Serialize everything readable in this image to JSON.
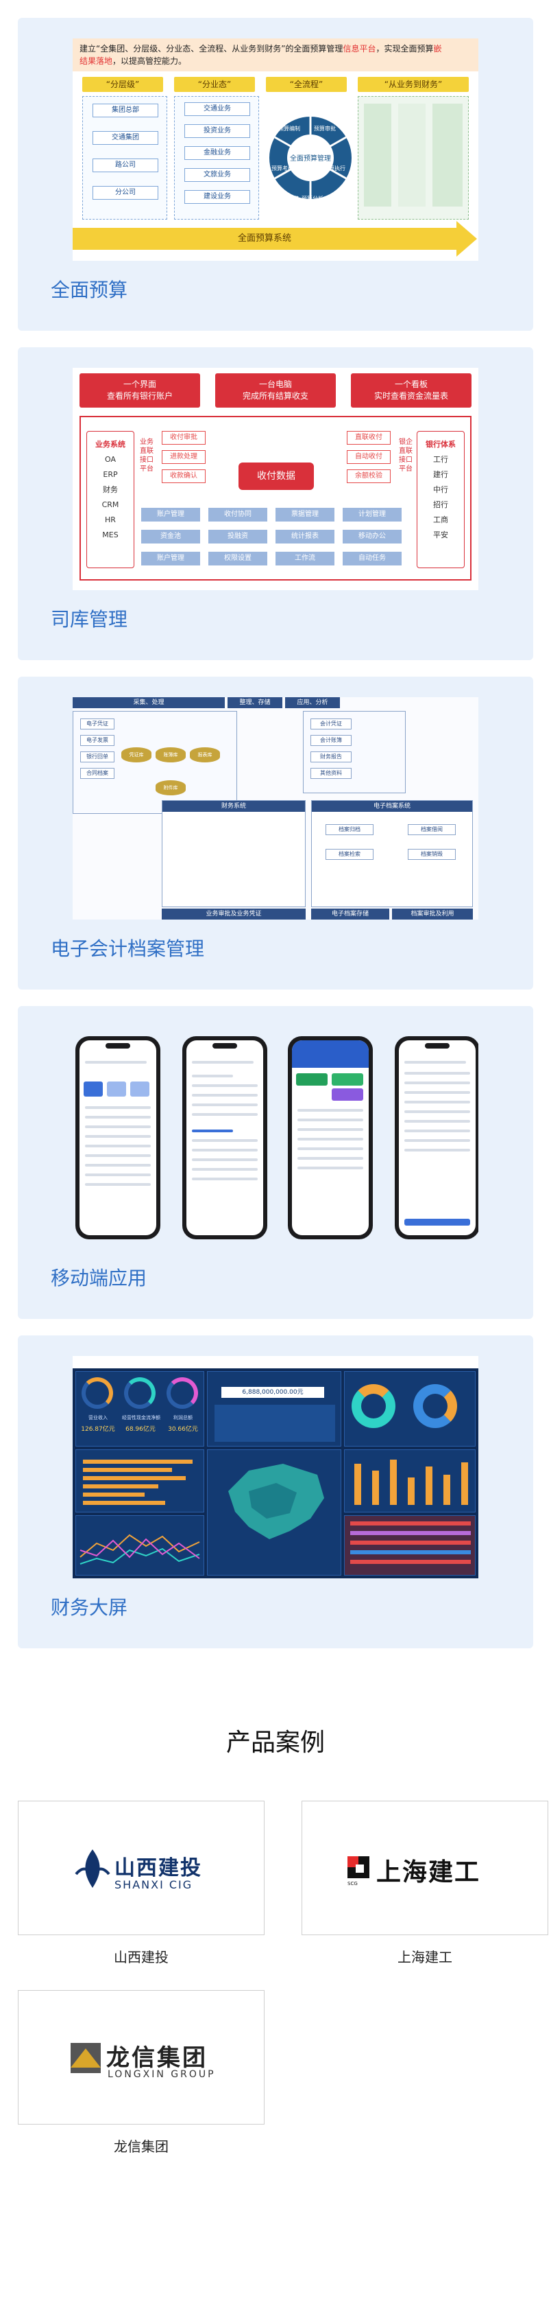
{
  "features": [
    {
      "label": "全面预算"
    },
    {
      "label": "司库管理"
    },
    {
      "label": "电子会计档案管理"
    },
    {
      "label": "移动端应用"
    },
    {
      "label": "财务大屏"
    }
  ],
  "budget": {
    "title_prefix": "建立“全集团、分层级、分业态、全流程、从业务到财务”的全面预算管理",
    "title_hl1": "信息平台",
    "title_mid": "，实现全面预算",
    "title_hl2": "嵌",
    "title_line2_hl": "结果落地",
    "title_line2": "，以提高管控能力。",
    "heads": [
      "“分层级”",
      "“分业态”",
      "“全流程”",
      "“从业务到财务”"
    ],
    "tier_boxes": [
      "集团总部",
      "交通集团",
      "路公司",
      "分公司"
    ],
    "biz_boxes": [
      "交通业务",
      "投资业务",
      "金融业务",
      "文旅业务",
      "建设业务"
    ],
    "flow_labels": [
      "预算编制",
      "预算审批",
      "预算执行",
      "预算分析",
      "预算考核",
      "预算调整"
    ],
    "flow_center": "全面预算管理",
    "bar": "全面预算系统"
  },
  "treasury": {
    "tops": [
      "一个界面\n查看所有银行账户",
      "一台电脑\n完成所有结算收支",
      "一个看板\n实时查看资金流量表"
    ],
    "left": {
      "head": "业务系统",
      "items": [
        "OA",
        "ERP",
        "财务",
        "CRM",
        "HR",
        "MES"
      ]
    },
    "right": {
      "head": "银行体系",
      "items": [
        "工行",
        "建行",
        "中行",
        "招行",
        "工商",
        "平安"
      ]
    },
    "leftmid": {
      "head": "业务直联接口平台",
      "items": []
    },
    "rightmid": {
      "head": "银企直联接口平台",
      "items": []
    },
    "flows_left": [
      "收付审批",
      "进款处理",
      "收款确认"
    ],
    "flows_right": [
      "直联收付",
      "自动收付",
      "余额校验"
    ],
    "core": "收付数据",
    "cells": [
      "账户管理",
      "收付协同",
      "票据管理",
      "计划管理",
      "资金池",
      "投融资",
      "统计报表",
      "移动办公",
      "账户管理",
      "权限设置",
      "工作流",
      "自动任务"
    ]
  },
  "archive": {
    "heads": [
      "采集、处理",
      "整理、存储",
      "应用、分析"
    ],
    "sys": [
      "财务系统",
      "电子档案系统"
    ],
    "boxes": [
      "电子凭证",
      "电子发票",
      "银行回单",
      "合同档案",
      "会计凭证",
      "会计账簿",
      "财务报告",
      "其他资料",
      "档案归档",
      "档案借阅",
      "档案检索",
      "档案销毁"
    ],
    "db": [
      "凭证库",
      "账簿库",
      "报表库",
      "附件库"
    ],
    "footer": [
      "业务审批及业务凭证",
      "电子档案存储",
      "档案审批及利用"
    ]
  },
  "dashboard": {
    "gauges": [
      {
        "label": "营业收入",
        "value": "126.87亿元"
      },
      {
        "label": "经营性现金流净额",
        "value": "68.96亿元"
      },
      {
        "label": "利润总额",
        "value": "30.66亿元"
      }
    ],
    "headline": "6,888,000,000.00元"
  },
  "cases_title": "产品案例",
  "cases": [
    {
      "name": "山西建投",
      "logo_cn": "山西建投",
      "logo_en": "SHANXI CIG"
    },
    {
      "name": "上海建工",
      "logo_cn": "上海建工",
      "logo_en": "SCG"
    },
    {
      "name": "龙信集团",
      "logo_cn": "龙信集团",
      "logo_en": "LONGXIN GROUP"
    }
  ],
  "colors": {
    "accent": "#2f6fc5",
    "card_bg": "#e9f1fb",
    "treasury_red": "#d9303a",
    "budget_yellow": "#f5cf38"
  }
}
